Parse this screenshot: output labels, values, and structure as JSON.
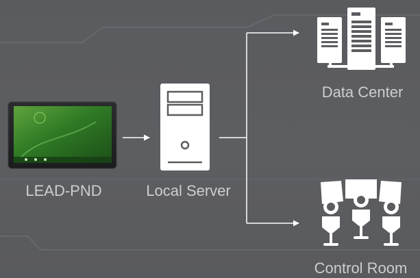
{
  "labels": {
    "pnd": "LEAD-PND",
    "local_server": "Local Server",
    "data_center": "Data Center",
    "control_room": "Control Room"
  },
  "colors": {
    "background": "#5b5c60",
    "foreground": "#ffffff",
    "label": "#d7d8db",
    "screen_green": "#3f8a2f"
  },
  "icons": {
    "pnd": "tablet-device-icon",
    "local_server": "server-tower-icon",
    "data_center": "server-rack-icon",
    "control_room": "operators-icon"
  }
}
